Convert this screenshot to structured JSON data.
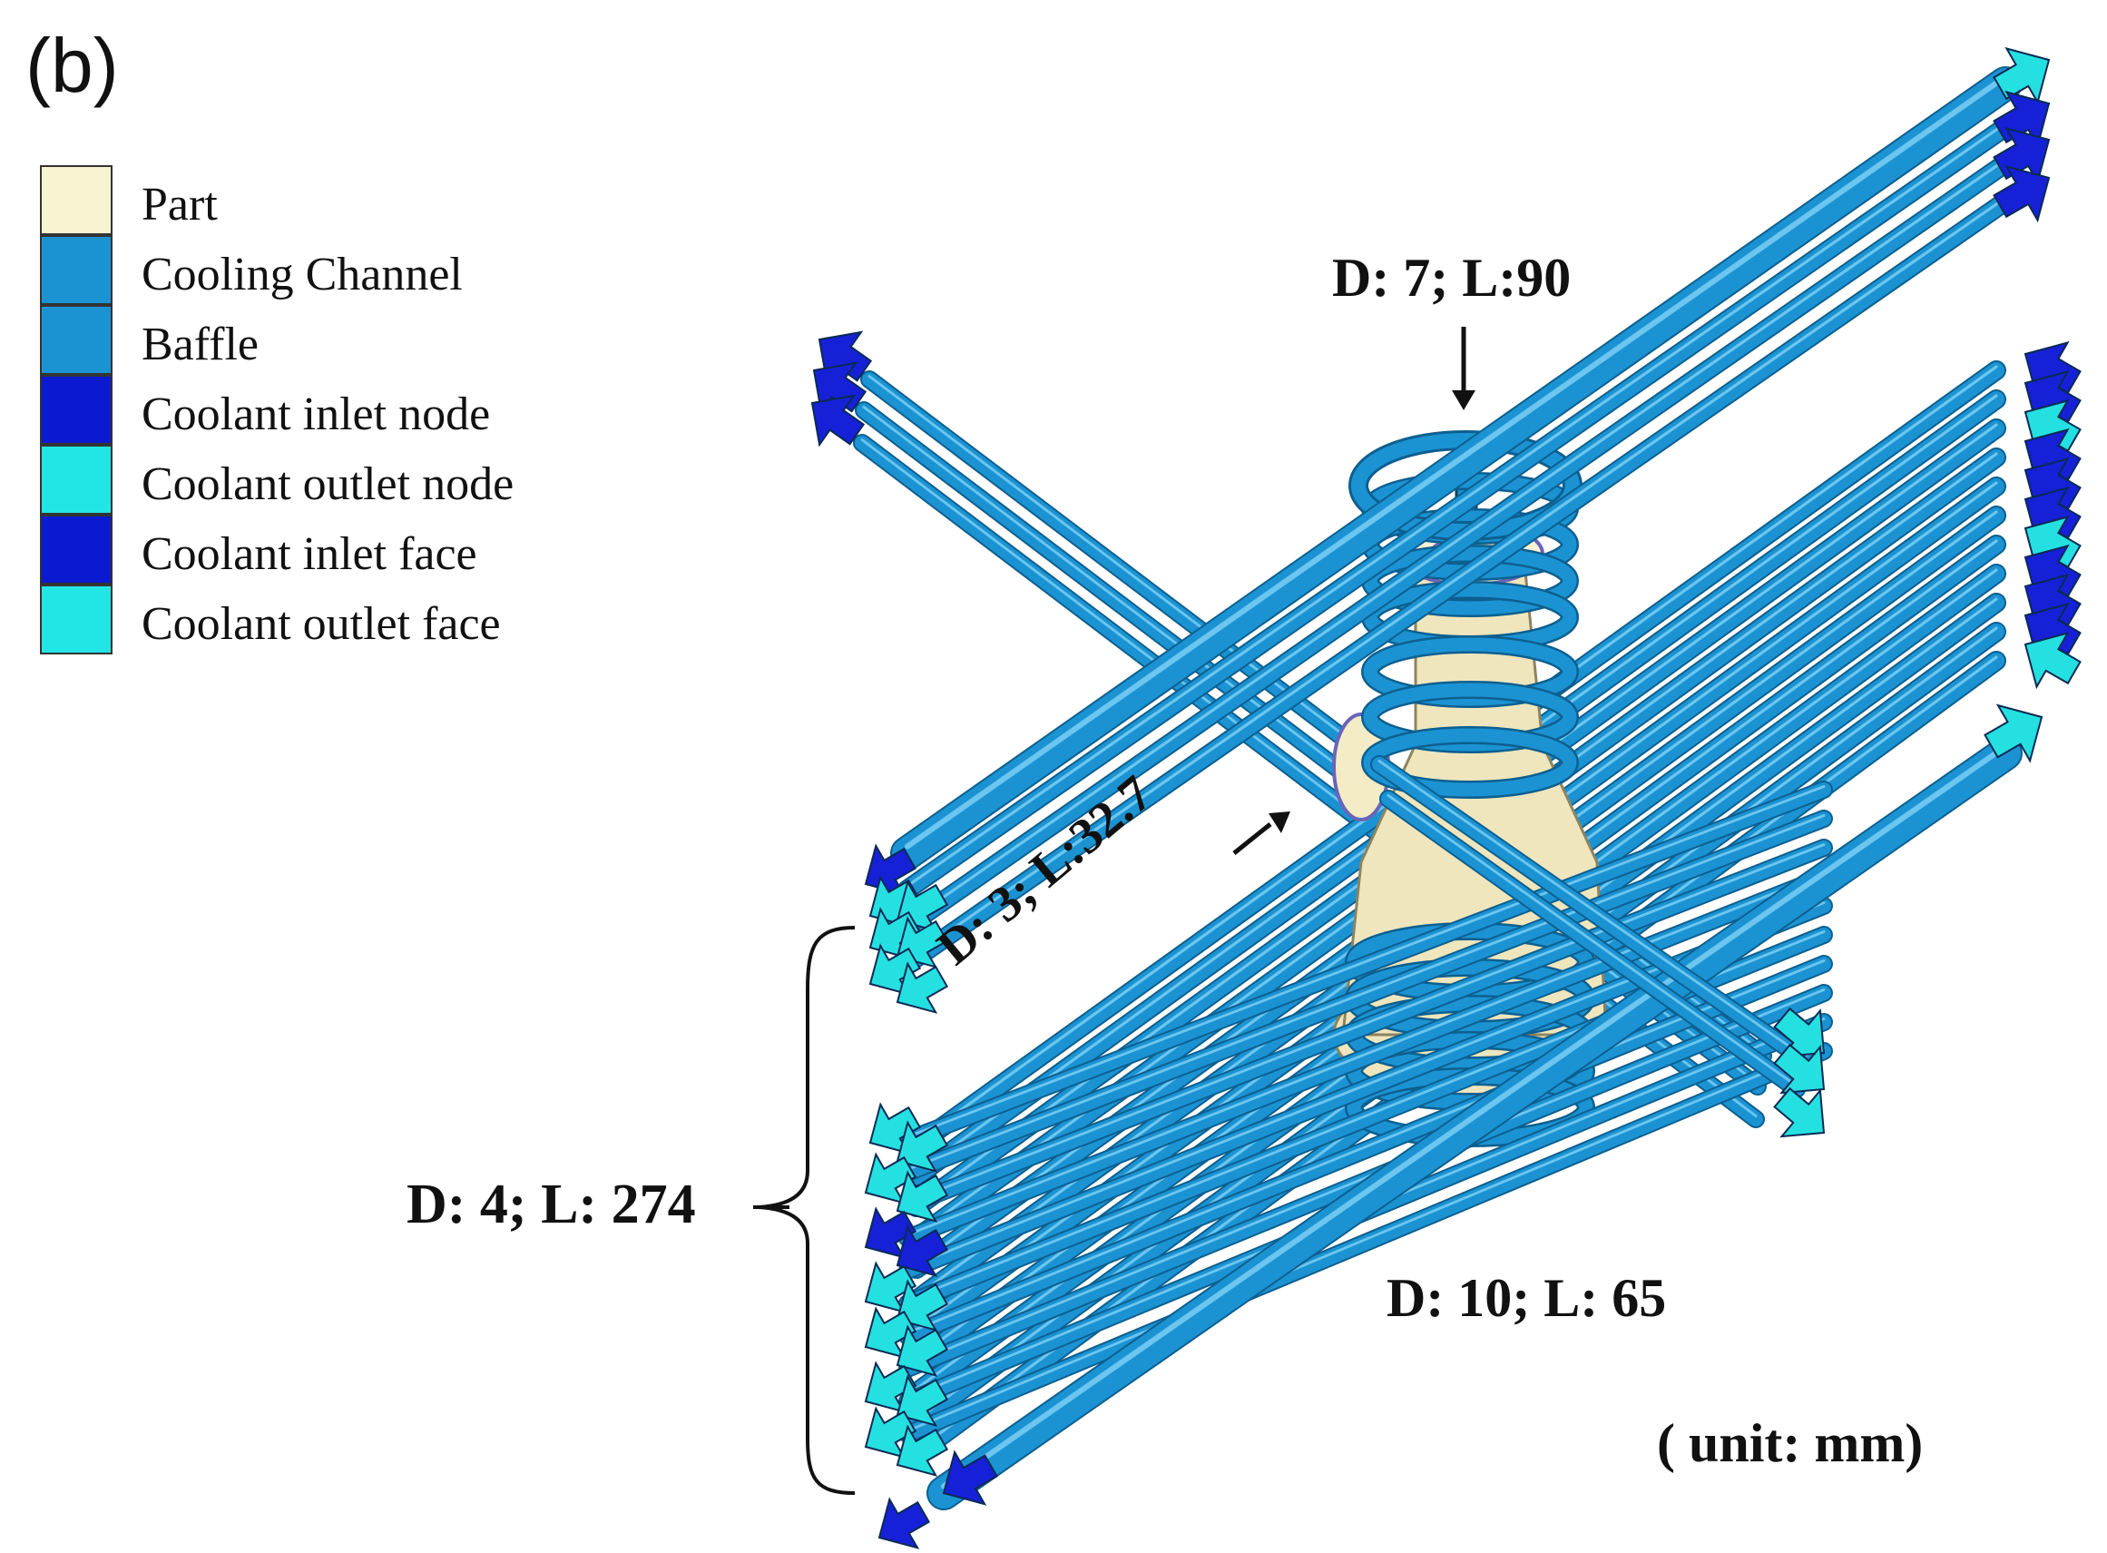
{
  "panel_label": "(b)",
  "legend": [
    {
      "label": "Part",
      "color": "#f7f2cf"
    },
    {
      "label": "Cooling Channel",
      "color": "#1b93d3"
    },
    {
      "label": "Baffle",
      "color": "#1b93d3"
    },
    {
      "label": "Coolant inlet node",
      "color": "#0b1ad0"
    },
    {
      "label": "Coolant outlet node",
      "color": "#22e6e6"
    },
    {
      "label": "Coolant inlet face",
      "color": "#0b1ad0"
    },
    {
      "label": "Coolant outlet face",
      "color": "#22e6e6"
    }
  ],
  "annotations": {
    "top": "D: 7; L:90",
    "diagonal": "D: 3; L:32.7",
    "left": "D: 4; L: 274",
    "bottom": "D: 10; L: 65",
    "unit": "( unit: mm)"
  },
  "colors": {
    "channel": "#1b93d3",
    "channel_dark": "#0d5f8f",
    "part": "#efe6bd",
    "inlet": "#1620d6",
    "outlet": "#25e0e0"
  }
}
